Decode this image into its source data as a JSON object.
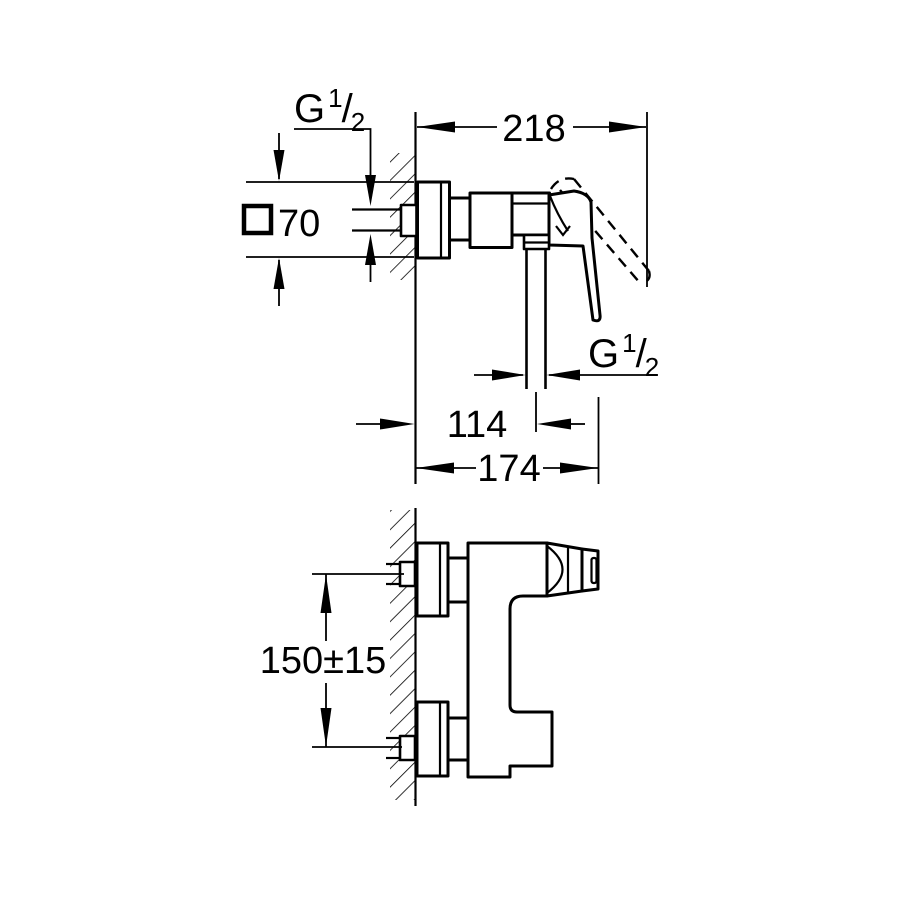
{
  "colors": {
    "line": "#000000",
    "background": "#ffffff"
  },
  "labels": {
    "side_view": {
      "wall_thread": {
        "g": "G",
        "sup": "1",
        "slash": "/",
        "sub": "2"
      },
      "escutcheon_width": "70",
      "escutcheon_symbol": "□",
      "total_depth": "218",
      "outlet_thread": {
        "g": "G",
        "sup": "1",
        "slash": "/",
        "sub": "2"
      },
      "outlet_offset": "114",
      "body_depth": "174"
    },
    "front_view": {
      "inlet_spacing": "150±15"
    }
  }
}
